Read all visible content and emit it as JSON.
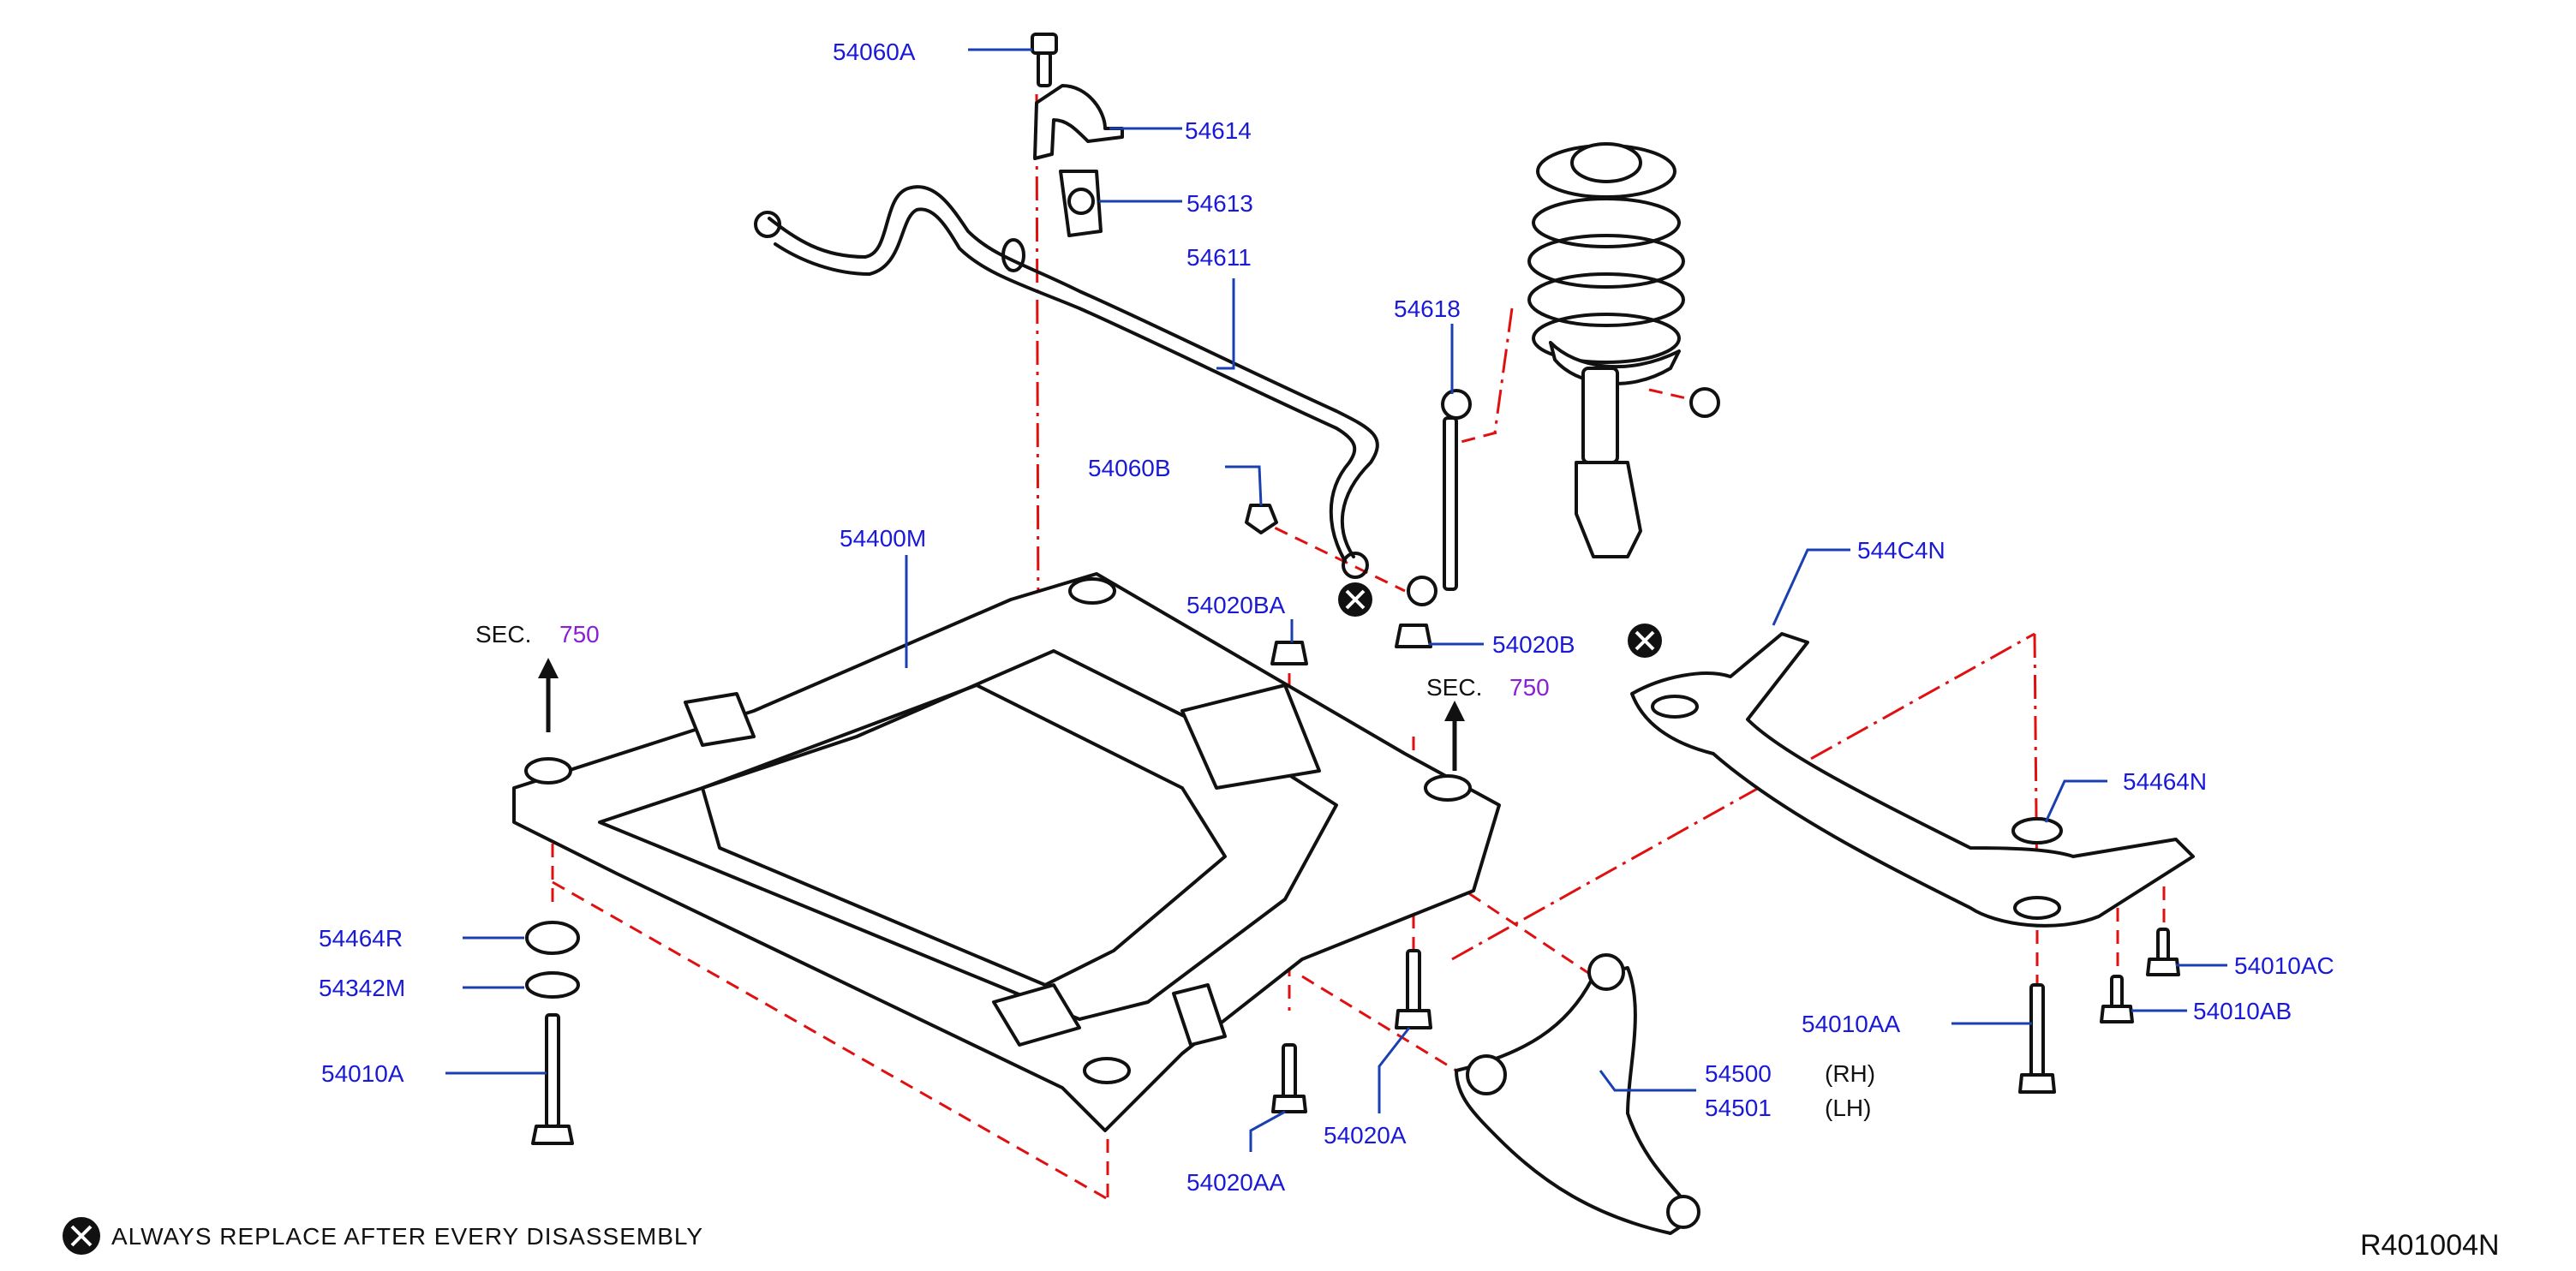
{
  "callouts": {
    "p54060A": "54060A",
    "p54614": "54614",
    "p54613": "54613",
    "p54611": "54611",
    "p54618": "54618",
    "p54060B": "54060B",
    "p54400M": "54400M",
    "p54020BA": "54020BA",
    "p54020B": "54020B",
    "p544C4N": "544C4N",
    "p54464N": "54464N",
    "p54464R": "54464R",
    "p54342M": "54342M",
    "p54010A": "54010A",
    "p54010AC": "54010AC",
    "p54010AB": "54010AB",
    "p54010AA": "54010AA",
    "p54500": "54500",
    "p54501": "54501",
    "p54020A": "54020A",
    "p54020AA": "54020AA"
  },
  "side_labels": {
    "rh": "(RH)",
    "lh": "(LH)"
  },
  "section_refs": [
    {
      "prefix": "SEC.",
      "number": "750"
    },
    {
      "prefix": "SEC.",
      "number": "750"
    }
  ],
  "legend": {
    "text": "ALWAYS REPLACE AFTER EVERY DISASSEMBLY",
    "icon": "x-circle-icon"
  },
  "diagram_code": "R401004N",
  "colors": {
    "callout": "#1a1ad6",
    "leader": "#1a3fb0",
    "guide": "#e01010",
    "section": "#8a1fd6",
    "ink": "#111111"
  }
}
